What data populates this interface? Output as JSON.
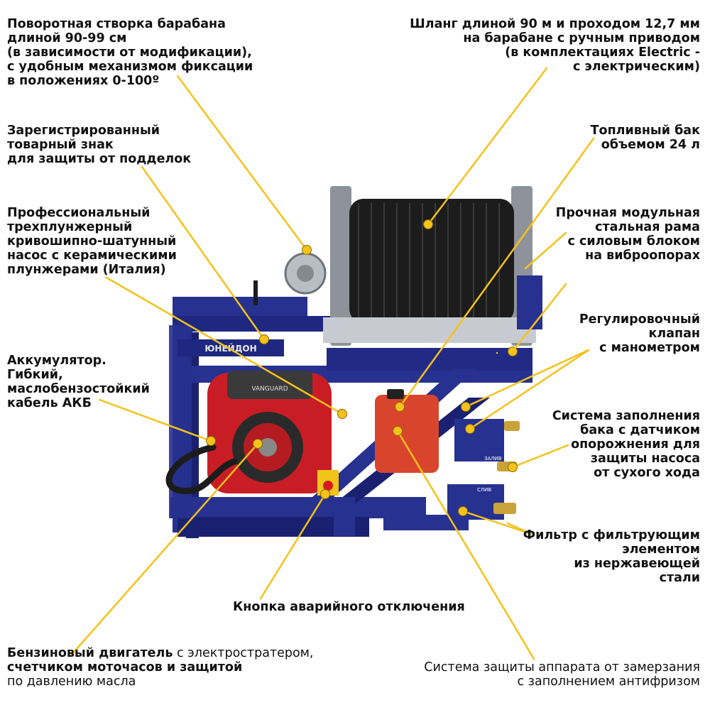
{
  "colors": {
    "frame": "#27318f",
    "frame_dark": "#1a2170",
    "hose": "#1c1c1c",
    "engine": "#c81d25",
    "tank": "#d8452c",
    "steel": "#b9bdc4",
    "brass": "#c9a23a",
    "leader": "#f4c21b",
    "dot": "#f4c21b",
    "emergency_box": "#f0c419",
    "emergency_button": "#d71920"
  },
  "icons": {
    "engine_brand": "vanguard-logo",
    "frame_brand": "trademark-plate"
  },
  "labels": {
    "drum_gate": {
      "lines": [
        "Поворотная створка барабана",
        "длиной 90-99 см",
        "(в зависимости от модификации),",
        "с удобным механизмом фиксации",
        "в положениях 0-100º"
      ]
    },
    "hose": {
      "lines": [
        "Шланг длиной 90 м и проходом 12,7 мм",
        "на барабане с ручным приводом",
        "(в комплектациях Electric -",
        "с электрическим)"
      ]
    },
    "trademark": {
      "lines": [
        "Зарегистрированный",
        "товарный знак",
        "для защиты от подделок"
      ]
    },
    "fuel_tank": {
      "lines": [
        "Топливный бак",
        "объемом 24 л"
      ]
    },
    "pump": {
      "lines": [
        "Профессиональный",
        "трехплунжерный",
        "кривошипно-шатунный",
        "насос  с керамическими",
        "плунжерами (Италия)"
      ]
    },
    "frame": {
      "lines": [
        "Прочная модульная",
        "стальная рама",
        "с силовым блоком",
        "на виброопорах"
      ]
    },
    "valve": {
      "lines": [
        "Регулировочный",
        "клапан",
        "с манометром"
      ]
    },
    "battery": {
      "lines": [
        "Аккумулятор.",
        "Гибкий,",
        "маслобензостойкий",
        "кабель АКБ"
      ]
    },
    "tank_fill": {
      "lines": [
        "Система заполнения",
        "бака с датчиком",
        "опорожнения для",
        "защиты насоса",
        "от сухого хода"
      ]
    },
    "filter": {
      "lines": [
        "Фильтр с фильтрующим",
        "элементом",
        "из нержавеющей",
        "стали"
      ]
    },
    "emergency": {
      "lines": [
        "Кнопка аварийного отключения"
      ]
    },
    "engine": {
      "line1_bold": "Бензиновый двигатель",
      "line1_rest": " с электростратером,",
      "line2": "счетчиком моточасов и защитой",
      "line3": "по давлению масла"
    },
    "antifreeze": {
      "lines": [
        "Система защиты аппарата от замерзания",
        "с заполнением антифризом"
      ]
    }
  },
  "machine": {
    "frame_brand_text": "ЮНЕЙДОН",
    "engine_brand_text": "VANGUARD",
    "port_label_1": "ЗАЛИВ",
    "port_label_2": "СЛИВ"
  }
}
